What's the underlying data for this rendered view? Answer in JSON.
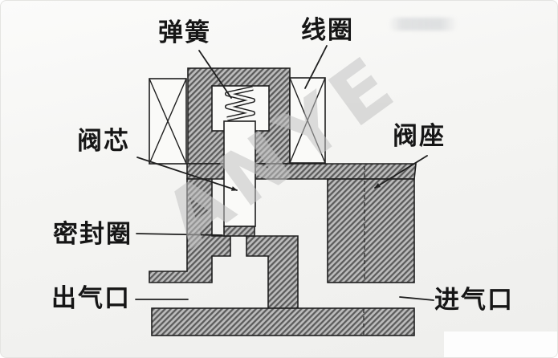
{
  "diagram": {
    "description": "Solenoid valve cross-section schematic (scanned figure)",
    "labels": {
      "spring": "弹簧",
      "coil": "线圈",
      "valve_core": "阀芯",
      "valve_seat": "阀座",
      "seal_ring": "密封圈",
      "gas_outlet": "出气口",
      "gas_inlet": "进气口"
    },
    "watermark": "ANYE",
    "colors": {
      "background": "#f6f6f4",
      "line": "#1f1f1f",
      "hatch_dark": "#5c5c5c",
      "hatch_light": "#bcbcbc",
      "label_text": "#161616",
      "watermark_gray": "#c3c3c3"
    }
  }
}
